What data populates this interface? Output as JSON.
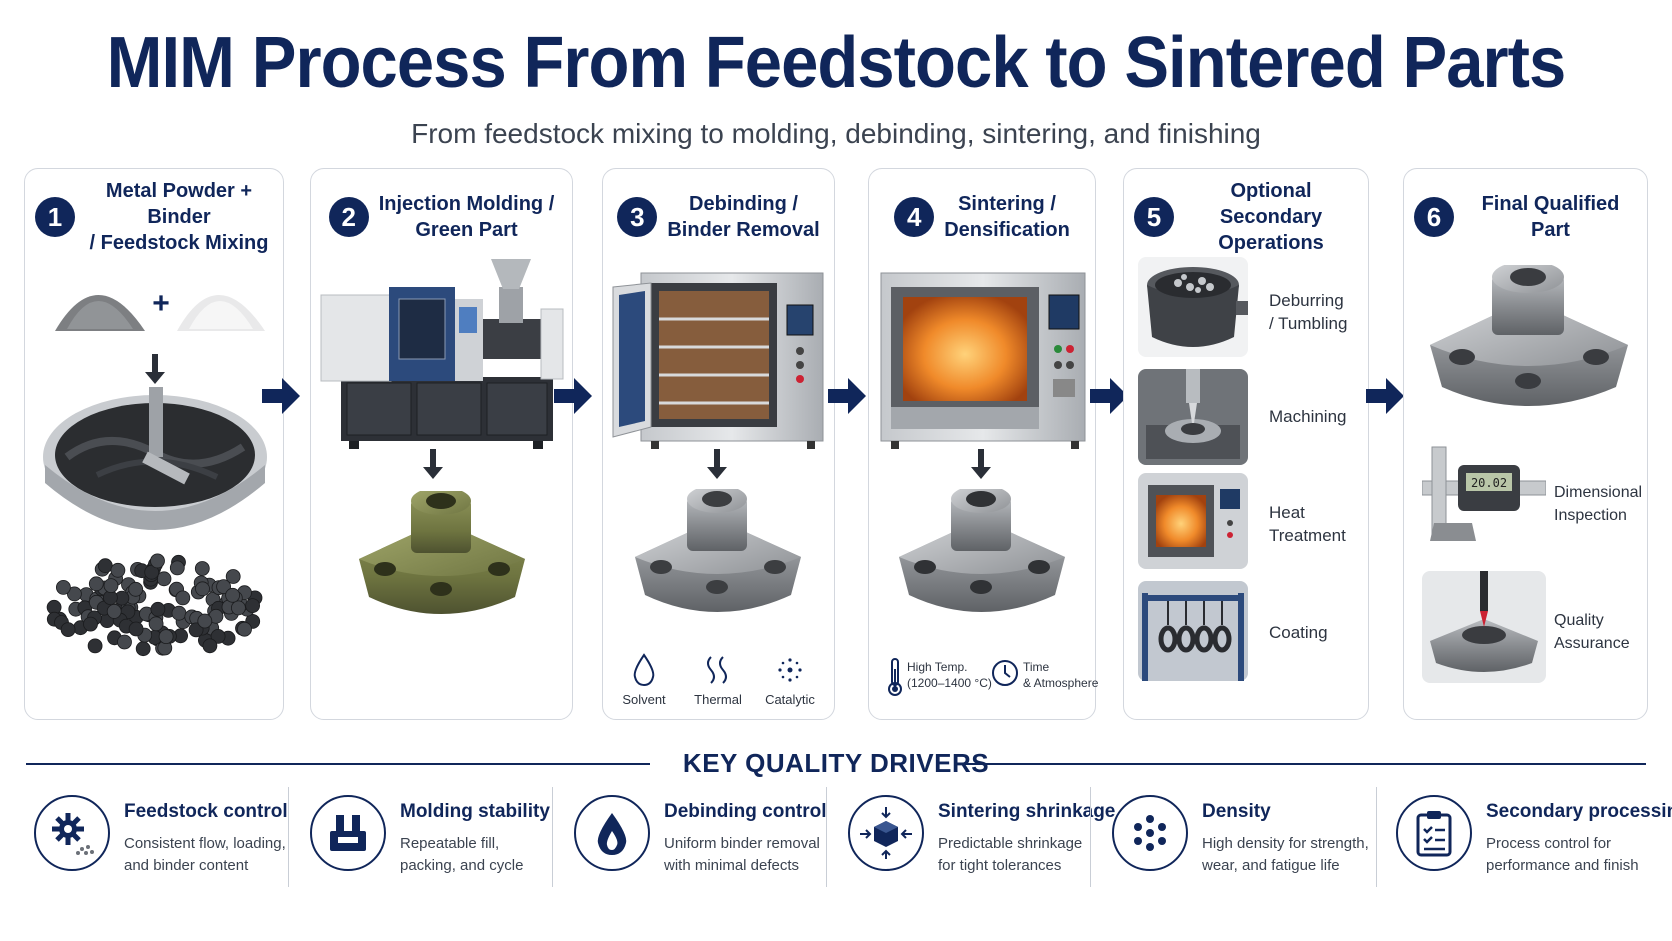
{
  "title": "MIM Process From Feedstock to Sintered Parts",
  "subtitle": "From feedstock mixing to molding, debinding, sintering, and finishing",
  "steps": [
    {
      "num": "1",
      "title_l1": "Metal Powder + Binder",
      "title_l2": "/ Feedstock Mixing"
    },
    {
      "num": "2",
      "title_l1": "Injection Molding /",
      "title_l2": "Green Part"
    },
    {
      "num": "3",
      "title_l1": "Debinding /",
      "title_l2": "Binder Removal"
    },
    {
      "num": "4",
      "title_l1": "Sintering /",
      "title_l2": "Densification"
    },
    {
      "num": "5",
      "title_l1": "Optional Secondary",
      "title_l2": "Operations"
    },
    {
      "num": "6",
      "title_l1": "Final Qualified Part"
    }
  ],
  "step1": {
    "plus": "+"
  },
  "step3": {
    "methods": [
      "Solvent",
      "Thermal",
      "Catalytic"
    ]
  },
  "step4": {
    "temp_l1": "High Temp.",
    "temp_l2": "(1200–1400 °C)",
    "time_l1": "Time",
    "time_l2": "& Atmosphere"
  },
  "step5": {
    "ops": [
      {
        "l1": "Deburring",
        "l2": "/ Tumbling"
      },
      {
        "l1": "Machining"
      },
      {
        "l1": "Heat",
        "l2": "Treatment"
      },
      {
        "l1": "Coating"
      }
    ]
  },
  "step6": {
    "checks": [
      {
        "l1": "Dimensional",
        "l2": "Inspection"
      },
      {
        "l1": "Quality",
        "l2": "Assurance"
      }
    ],
    "caliper_readout": "20.02"
  },
  "key_quality": {
    "title": "KEY QUALITY DRIVERS",
    "drivers": [
      {
        "title": "Feedstock control",
        "l1": "Consistent flow, loading,",
        "l2": "and binder content",
        "icon": "gear-icon"
      },
      {
        "title": "Molding stability",
        "l1": "Repeatable fill,",
        "l2": "packing, and cycle",
        "icon": "mold-icon"
      },
      {
        "title": "Debinding control",
        "l1": "Uniform binder removal",
        "l2": "with minimal defects",
        "icon": "droplet-icon"
      },
      {
        "title": "Sintering shrinkage",
        "l1": "Predictable shrinkage",
        "l2": "for tight tolerances",
        "icon": "shrink-cube-icon"
      },
      {
        "title": "Density",
        "l1": "High density for strength,",
        "l2": "wear, and fatigue life",
        "icon": "dots-icon"
      },
      {
        "title": "Secondary processing",
        "l1": "Process control for",
        "l2": "performance and finish",
        "icon": "clipboard-icon"
      }
    ]
  },
  "colors": {
    "navy": "#10265a",
    "card_border": "#d3d7de",
    "olive_part": "#6e7440",
    "steel_part": "#8a8d91",
    "furnace_glow": "#f08a2a"
  }
}
